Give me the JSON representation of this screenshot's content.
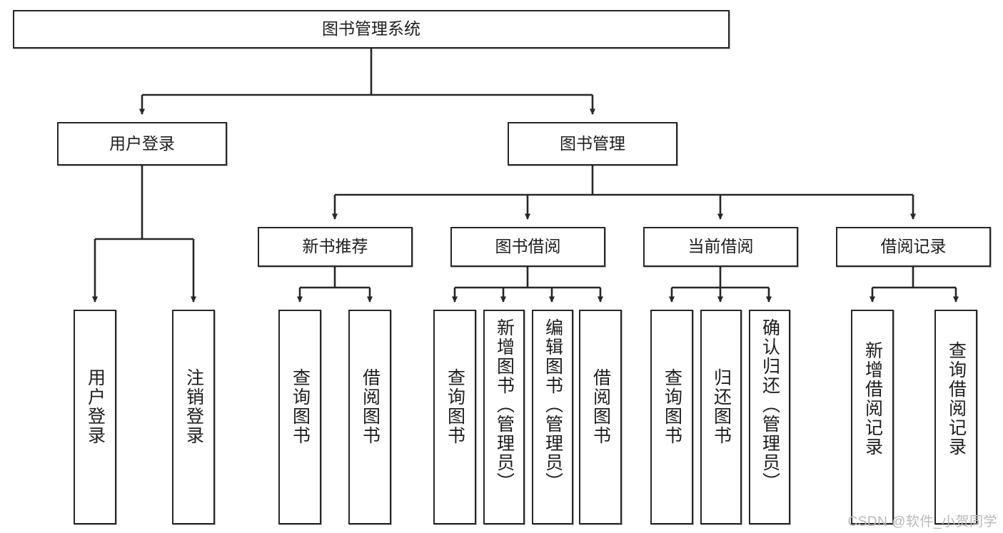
{
  "diagram": {
    "type": "tree",
    "title": "图书管理系统",
    "background": "#ffffff",
    "line_color": "#272727",
    "box_border_color": "#272727",
    "text_color": "#1d1d1d"
  },
  "nodes": {
    "root": {
      "label": "图书管理系统"
    },
    "level1": [
      {
        "label": "用户登录"
      },
      {
        "label": "图书管理"
      }
    ],
    "level2": [
      {
        "label": "新书推荐"
      },
      {
        "label": "图书借阅"
      },
      {
        "label": "当前借阅"
      },
      {
        "label": "借阅记录"
      }
    ],
    "leaves": {
      "user_login": [
        {
          "label": "用户登录"
        },
        {
          "label": "注销登录"
        }
      ],
      "new_book_rec": [
        {
          "label": "查询图书"
        },
        {
          "label": "借阅图书"
        }
      ],
      "book_borrow": [
        {
          "label": "查询图书"
        },
        {
          "label": "新增图书（管理员）"
        },
        {
          "label": "编辑图书（管理员）"
        },
        {
          "label": "借阅图书"
        }
      ],
      "current_borrow": [
        {
          "label": "查询图书"
        },
        {
          "label": "归还图书"
        },
        {
          "label": "确认归还（管理员）"
        }
      ],
      "borrow_record": [
        {
          "label": "新增借阅记录"
        },
        {
          "label": "查询借阅记录"
        }
      ]
    }
  },
  "watermark": {
    "text": "CSDN @软件_小贺同学"
  }
}
